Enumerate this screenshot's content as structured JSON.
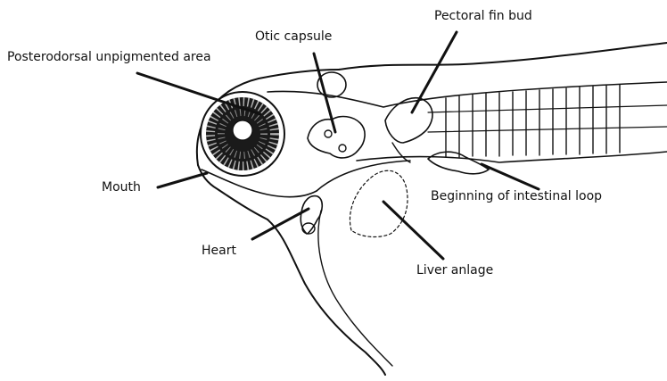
{
  "labels": {
    "posterodorsal": "Posterodorsal unpigmented area",
    "otic_capsule": "Otic capsule",
    "pectoral_fin_bud": "Pectoral fin bud",
    "mouth": "Mouth",
    "intestinal_loop": "Beginning of intestinal loop",
    "heart": "Heart",
    "liver_anlage": "Liver anlage"
  }
}
